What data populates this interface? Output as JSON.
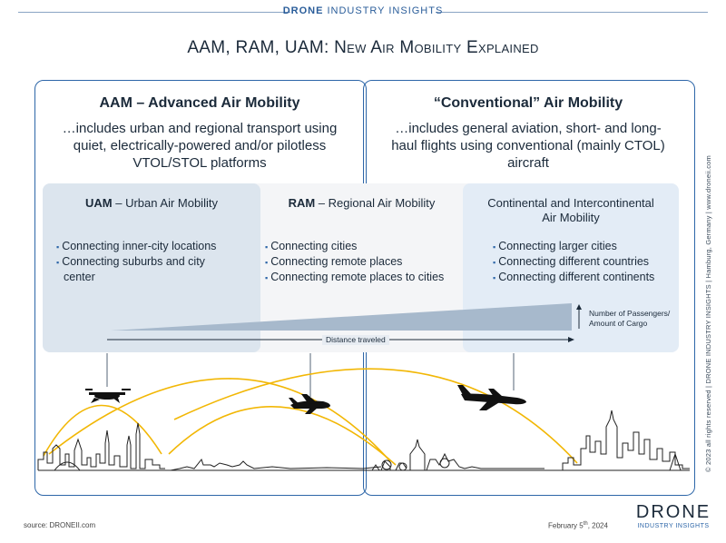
{
  "header": {
    "brand_bold": "DRONE",
    "brand_rest": " INDUSTRY INSIGHTS"
  },
  "title": "AAM, RAM, UAM: New Air Mobility Explained",
  "left_panel": {
    "heading": "AAM – Advanced Air Mobility",
    "description_lines": [
      "…includes urban and regional transport using",
      "quiet, electrically-powered and/or pilotless",
      "VTOL/STOL platforms"
    ]
  },
  "right_panel": {
    "heading": "“Conventional” Air Mobility",
    "description_lines": [
      "…includes general aviation, short- and long-",
      "haul flights using conventional (mainly CTOL)",
      "aircraft"
    ]
  },
  "segments": [
    {
      "abbr": "UAM",
      "name": " – Urban Air Mobility",
      "bullets": [
        "Connecting inner-city locations",
        "Connecting suburbs and city center"
      ]
    },
    {
      "abbr": "RAM",
      "name": " – Regional Air Mobility",
      "bullets": [
        "Connecting cities",
        "Connecting remote places",
        "Connecting remote places to cities"
      ]
    },
    {
      "abbr": "",
      "name_lines": [
        "Continental and Intercontinental",
        "Air Mobility"
      ],
      "bullets": [
        "Connecting larger cities",
        "Connecting different countries",
        "Connecting different continents"
      ]
    }
  ],
  "axis": {
    "distance_label": "Distance traveled",
    "passengers_label_lines": [
      "Number of Passengers/",
      "Amount of Cargo"
    ]
  },
  "sidebar_vertical": "© 2023 all rights reserved  |  DRONE INDUSTRY INSIGHTS  |  Hamburg, Germany  |  www.droneii.com",
  "footer": {
    "source": "source: DRONEII.com",
    "date_main": "February 5",
    "date_sup": "th",
    "date_year": ", 2024",
    "logo_main": "DRONE",
    "logo_sub": "INDUSTRY INSIGHTS"
  },
  "colors": {
    "accent_blue": "#2d66a8",
    "arc_yellow": "#f2b705",
    "band_uam": "#dde6ef",
    "band_ram": "#f3f4f6",
    "band_con": "#e5eef7",
    "wedge": "#9fb3c8"
  },
  "icons": [
    "tiltrotor-drone-icon",
    "small-jet-icon",
    "airliner-icon",
    "city-skyline-icon",
    "village-skyline-icon",
    "metropolis-skyline-icon"
  ]
}
